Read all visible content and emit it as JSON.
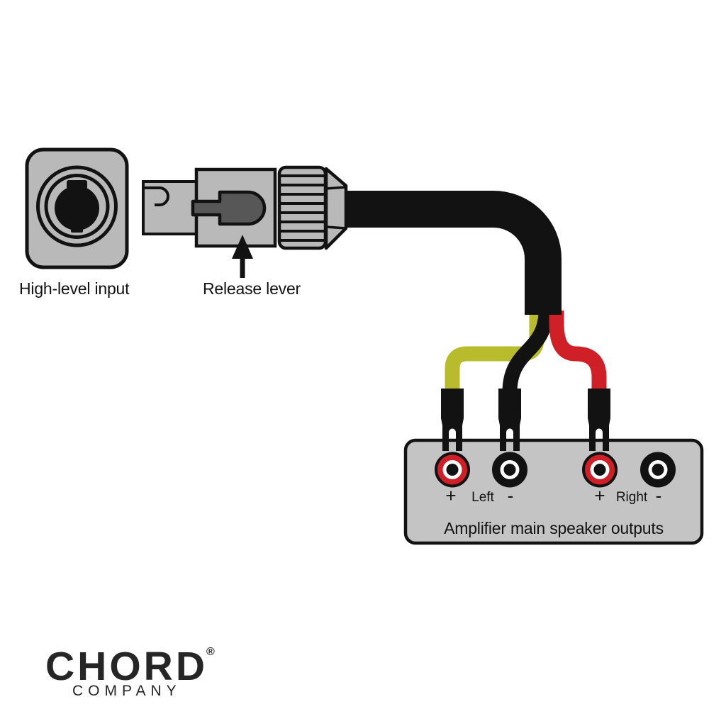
{
  "colors": {
    "background": "#ffffff",
    "outline": "#121212",
    "metal_gray": "#b9b9b9",
    "panel_gray": "#c4c4c4",
    "lever_gray": "#575757",
    "cable_black": "#121212",
    "wire_yellow": "#b8bb2b",
    "wire_red": "#cf2027",
    "post_red": "#cf2027",
    "post_black": "#121212",
    "logo_color": "#262626"
  },
  "labels": {
    "high_level_input": "High-level input",
    "release_lever": "Release lever",
    "amplifier_outputs": "Amplifier main speaker outputs",
    "left_plus": "+",
    "left_channel": "Left",
    "left_minus": "-",
    "right_plus": "+",
    "right_channel": "Right",
    "right_minus": "-"
  },
  "logo": {
    "brand": "CHORD",
    "registered": "®",
    "subtitle": "COMPANY"
  },
  "icons": {
    "release_lever_arrow": "up-arrow",
    "high_level_input_socket": "speakon-socket",
    "connector": "speakon-plug",
    "wire_terminals": "spade-terminal",
    "amplifier_terminals": "binding-post"
  }
}
